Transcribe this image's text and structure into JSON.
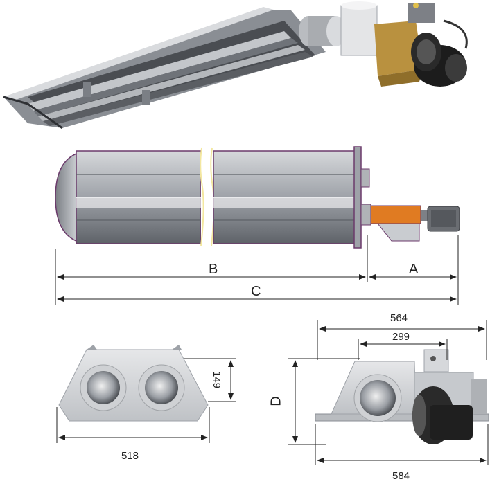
{
  "labels": {
    "b": "B",
    "a": "A",
    "c": "C",
    "d": "D",
    "dim_564": "564",
    "dim_299": "299",
    "dim_149": "149",
    "dim_518": "518",
    "dim_584": "584"
  },
  "colors": {
    "steel": "#9ea2a8",
    "steel_dark": "#5e6268",
    "purple_outline": "#6b3a6b",
    "orange": "#e07b22",
    "gold": "#b9913f",
    "black": "#1c1c1c"
  }
}
